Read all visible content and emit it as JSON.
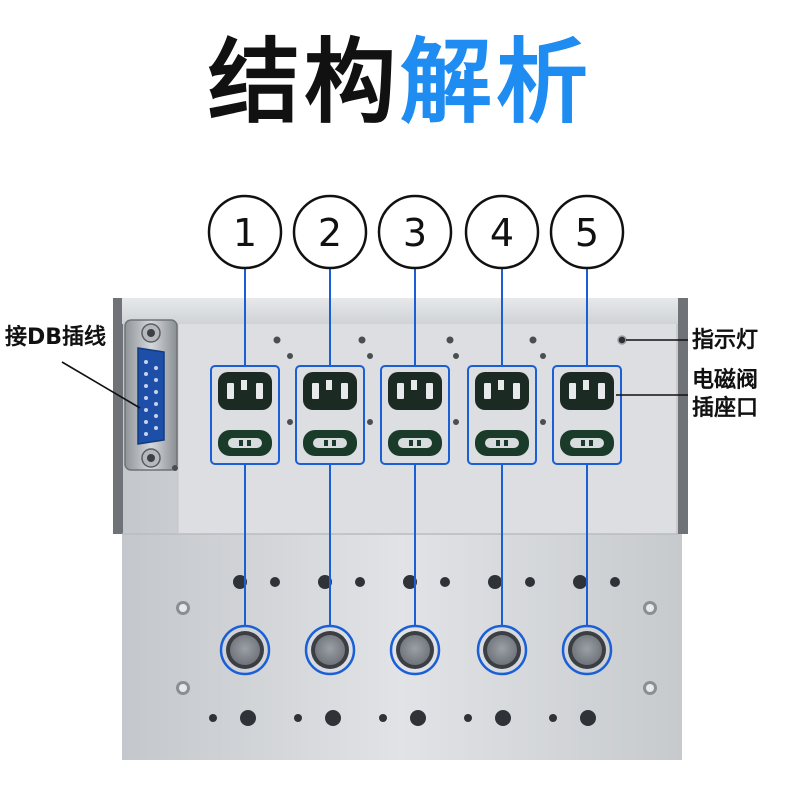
{
  "title": {
    "part1": "结构",
    "part2": "解析"
  },
  "modules": [
    {
      "number": "1"
    },
    {
      "number": "2"
    },
    {
      "number": "3"
    },
    {
      "number": "4"
    },
    {
      "number": "5"
    }
  ],
  "callouts": {
    "db_port": "接DB插线",
    "indicator": "指示灯",
    "solenoid_line1": "电磁阀",
    "solenoid_line2": "插座口"
  },
  "colors": {
    "accent": "#1e8cf0",
    "title_dark": "#111111",
    "highlight_line": "#1a5fd6",
    "plate": "#d7d9dc"
  }
}
